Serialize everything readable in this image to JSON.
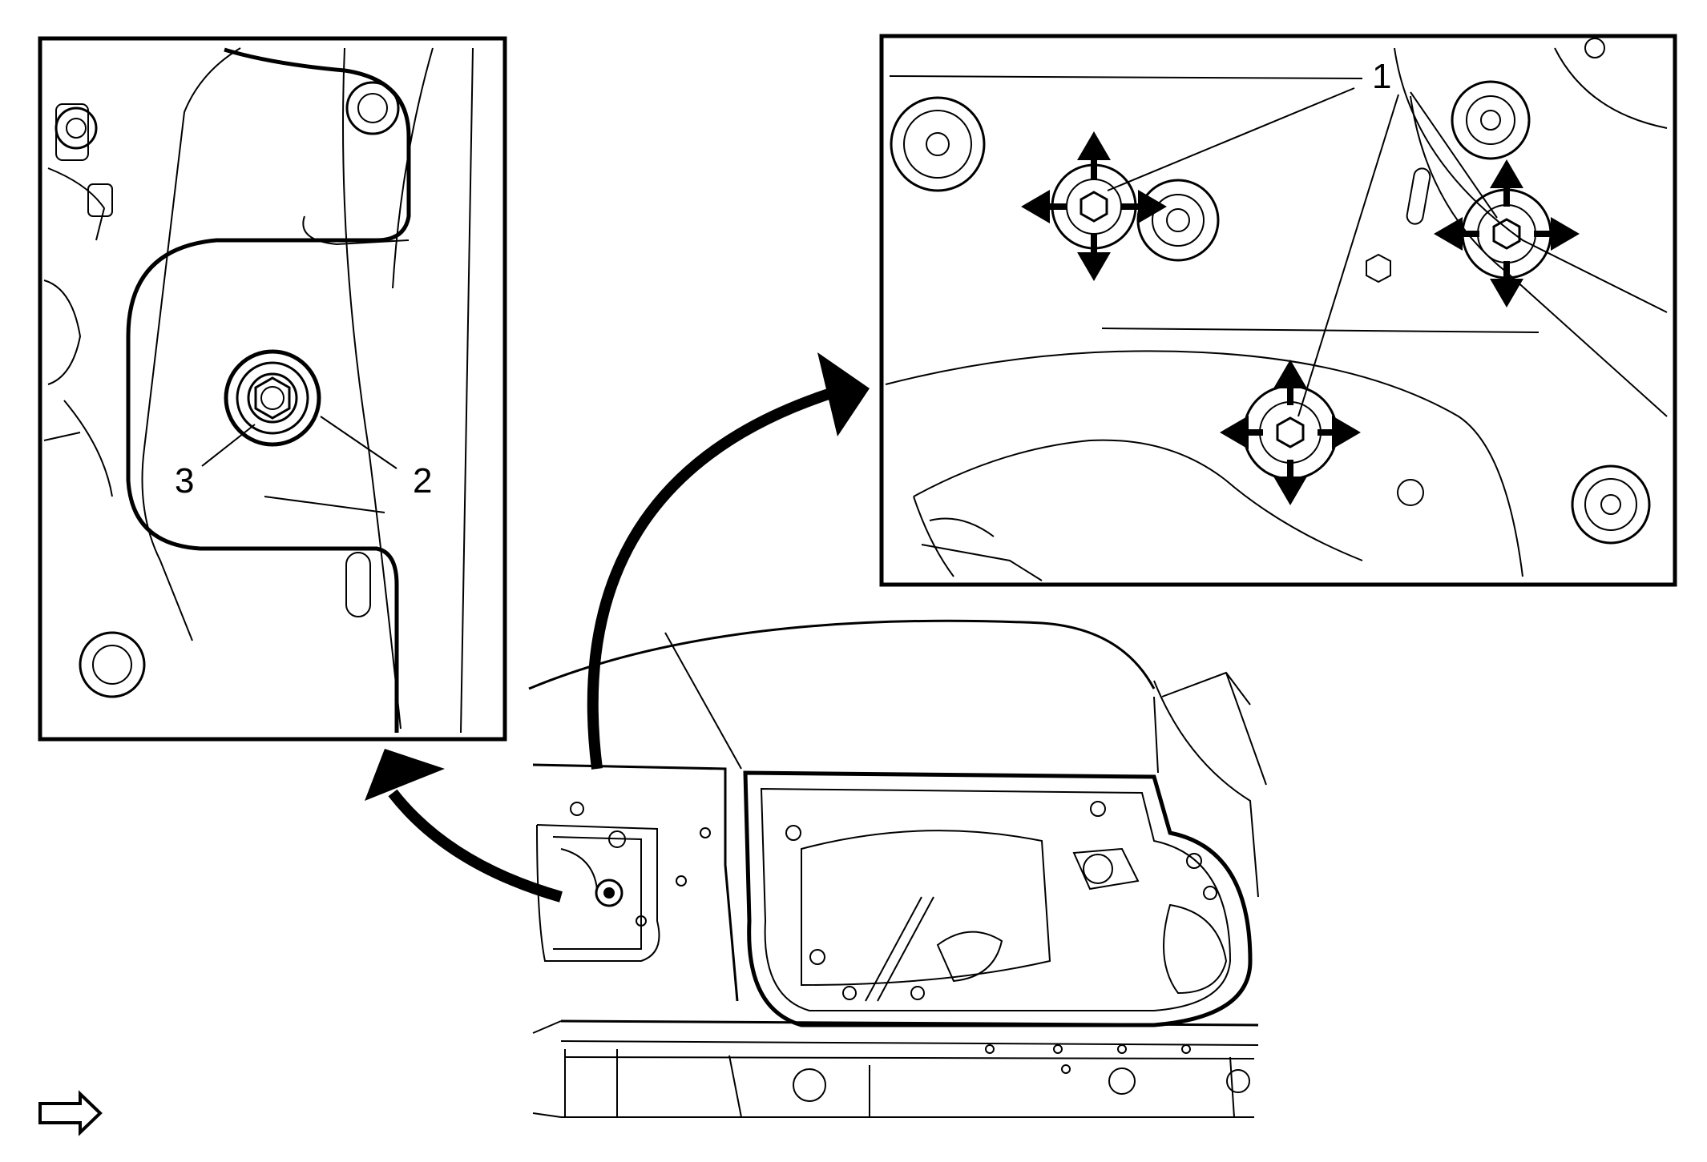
{
  "diagram": {
    "callouts": {
      "left_panel": [
        "3",
        "2"
      ],
      "right_panel": [
        "1"
      ]
    },
    "icons": [
      "view-direction-arrow-icon",
      "move-direction-cross-icon",
      "curved-pointer-arrow-icon"
    ]
  }
}
